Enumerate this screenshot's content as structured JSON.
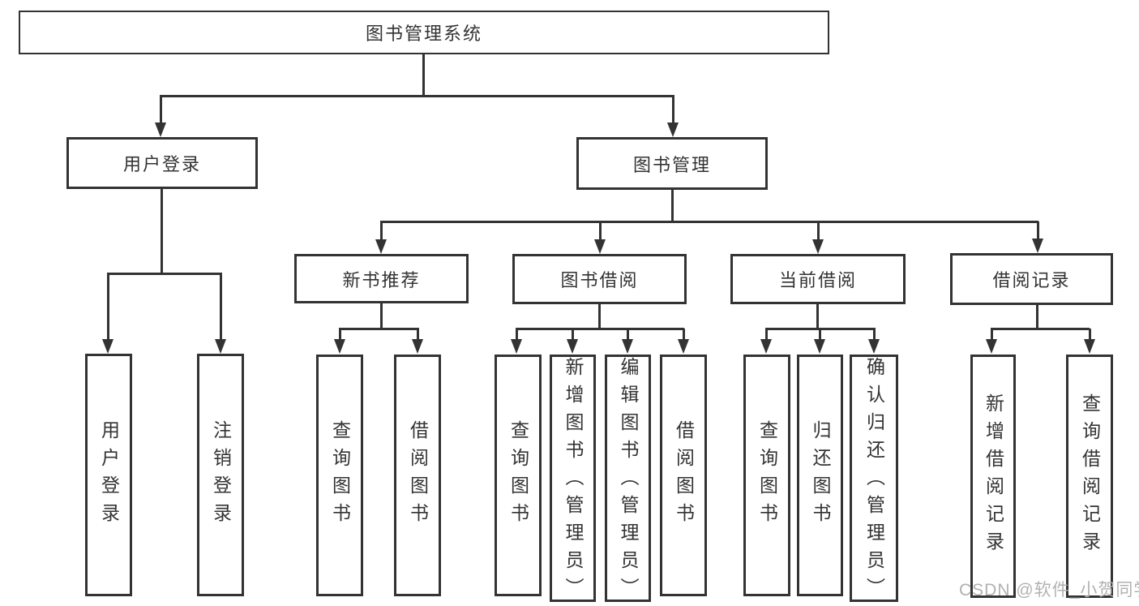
{
  "diagram": {
    "title": "图书管理系统",
    "branches": [
      {
        "label": "用户登录",
        "children": [
          {
            "label": "用户登录"
          },
          {
            "label": "注销登录"
          }
        ]
      },
      {
        "label": "图书管理",
        "children": [
          {
            "label": "新书推荐",
            "children": [
              {
                "label": "查询图书"
              },
              {
                "label": "借阅图书"
              }
            ]
          },
          {
            "label": "图书借阅",
            "children": [
              {
                "label": "查询图书"
              },
              {
                "label": "新增图书（管理员）"
              },
              {
                "label": "编辑图书（管理员）"
              },
              {
                "label": "借阅图书"
              }
            ]
          },
          {
            "label": "当前借阅",
            "children": [
              {
                "label": "查询图书"
              },
              {
                "label": "归还图书"
              },
              {
                "label": "确认归还（管理员）"
              }
            ]
          },
          {
            "label": "借阅记录",
            "children": [
              {
                "label": "新增借阅记录"
              },
              {
                "label": "查询借阅记录"
              }
            ]
          }
        ]
      }
    ]
  },
  "watermark": {
    "text": "CSDN @软件_小贺同学",
    "color": "#b1b1b1"
  },
  "colors": {
    "line": "#333333",
    "text": "#333333",
    "background": "#ffffff"
  }
}
